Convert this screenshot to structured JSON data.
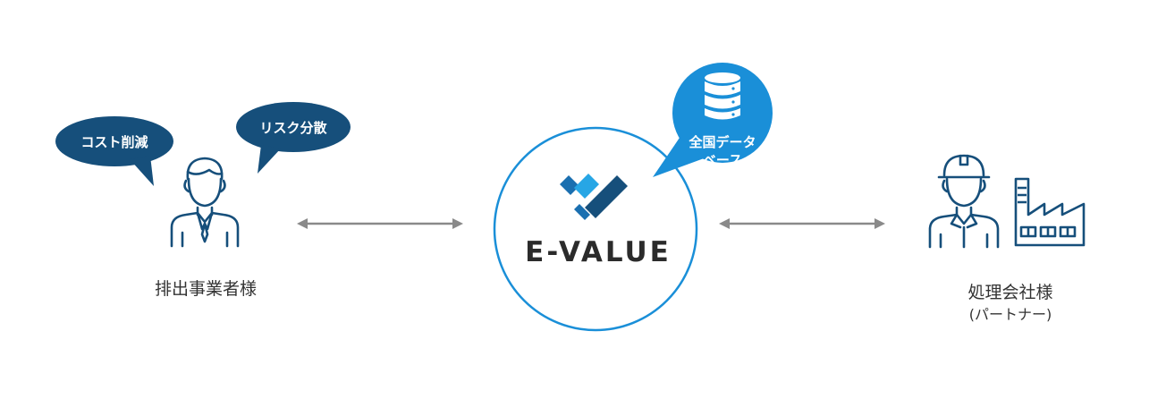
{
  "colors": {
    "navy": "#164f7b",
    "blue": "#1a8fd8",
    "arrow": "#8a8a8a",
    "text": "#333333"
  },
  "left_party": {
    "label": "排出事業者様",
    "bubbles": [
      "コスト削減",
      "リスク分散"
    ],
    "icon": "business-person-icon"
  },
  "center": {
    "logo_text": "E-VALUE",
    "bubble": {
      "line1": "全国データ",
      "line2": "ベース",
      "icon": "database-icon"
    }
  },
  "right_party": {
    "label": "処理会社様",
    "sublabel": "(パートナー)",
    "icons": [
      "worker-helmet-icon",
      "factory-icon"
    ]
  }
}
